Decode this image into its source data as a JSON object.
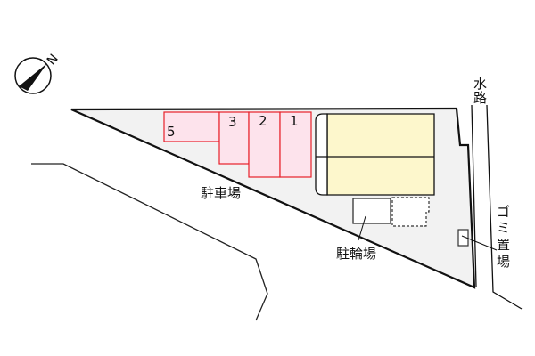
{
  "map": {
    "compass": {
      "label": "N",
      "icon": "north-arrow-icon"
    },
    "parking_spaces": [
      {
        "number": "5"
      },
      {
        "number": "3"
      },
      {
        "number": "2"
      },
      {
        "number": "1"
      }
    ],
    "labels": {
      "parking": "駐車場",
      "bicycle_parking": "駐輪場",
      "waterway_line1": "水",
      "waterway_line2": "路",
      "garbage_line1": "ゴ",
      "garbage_line2": "ミ",
      "garbage_line3": "置",
      "garbage_line4": "場"
    },
    "colors": {
      "lot_fill": "#f2f2f2",
      "parking_fill": "#fde3ec",
      "parking_stroke": "#e8202a",
      "building_fill": "#fdf7cc",
      "line": "#111111"
    }
  }
}
